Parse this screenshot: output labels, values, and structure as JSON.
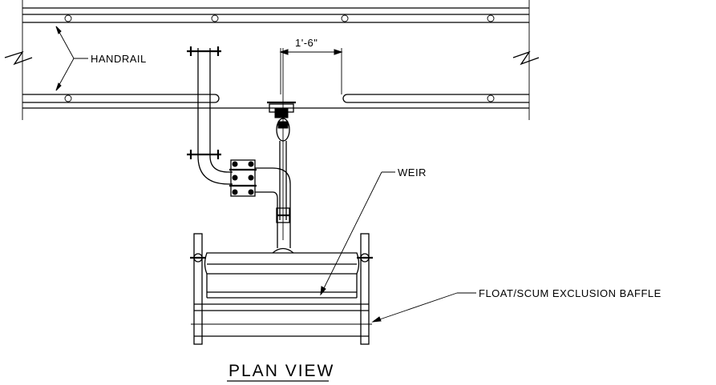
{
  "labels": {
    "handrail": "HANDRAIL",
    "dimension": "1'-6\"",
    "weir": "WEIR",
    "baffle": "FLOAT/SCUM EXCLUSION BAFFLE",
    "view_title": "PLAN VIEW"
  }
}
